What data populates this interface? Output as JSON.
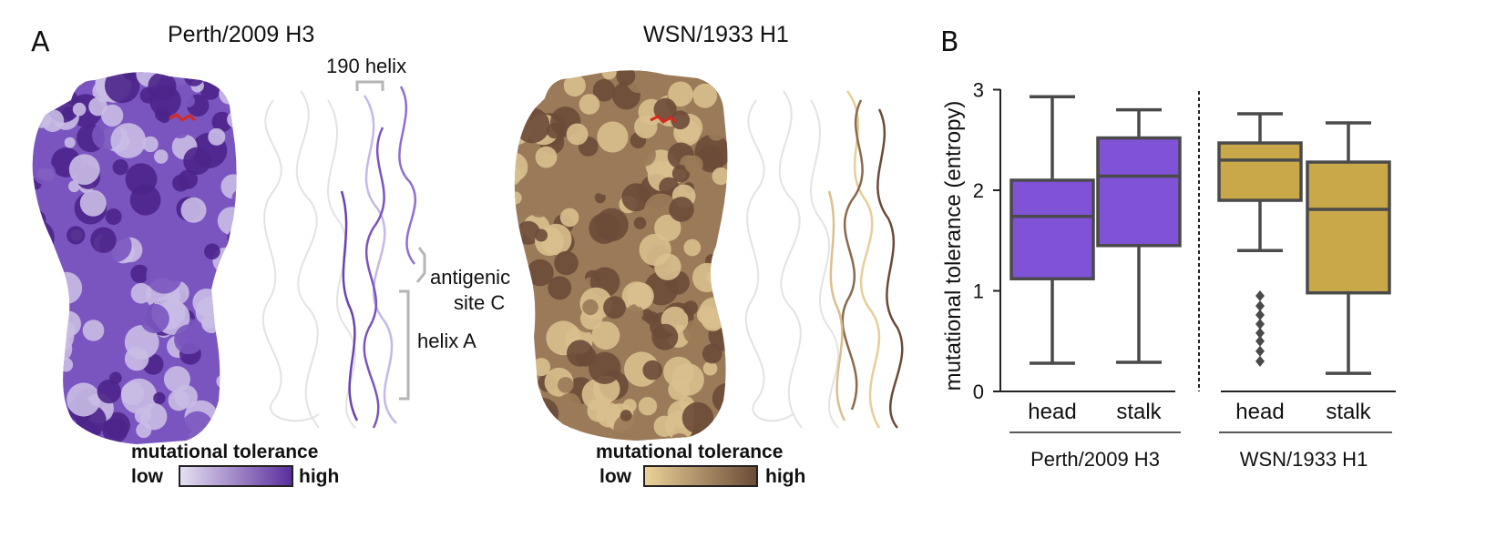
{
  "panel_a": {
    "label": "A",
    "structures": [
      {
        "title": "Perth/2009 H3",
        "annotations": [
          "190 helix",
          "antigenic",
          "site C",
          "helix A"
        ],
        "legend": {
          "title": "mutational tolerance",
          "low": "low",
          "high": "high",
          "low_color": "#e6e1f2",
          "high_color": "#5a2d9c"
        },
        "colors": {
          "dark": "#4b2389",
          "mid": "#7a55bf",
          "light": "#c9bde6"
        }
      },
      {
        "title": "WSN/1933 H1",
        "legend": {
          "title": "mutational tolerance",
          "low": "low",
          "high": "high",
          "low_color": "#ecd39a",
          "high_color": "#6b4a35"
        },
        "colors": {
          "dark": "#6b4b38",
          "mid": "#9a7a58",
          "light": "#d9c08e"
        }
      }
    ]
  },
  "panel_b": {
    "label": "B",
    "chart_data": {
      "type": "box",
      "ylabel": "mutational tolerance (entropy)",
      "ylim": [
        0,
        3.15
      ],
      "yticks": [
        0,
        1,
        2,
        3
      ],
      "groups": [
        {
          "name": "Perth/2009 H3",
          "color": "#7f52d6",
          "boxes": [
            {
              "category": "head",
              "min": 0.28,
              "q1": 1.12,
              "median": 1.74,
              "q3": 2.1,
              "max": 2.93,
              "outliers": []
            },
            {
              "category": "stalk",
              "min": 0.29,
              "q1": 1.45,
              "median": 2.14,
              "q3": 2.52,
              "max": 2.8,
              "outliers": []
            }
          ]
        },
        {
          "name": "WSN/1933 H1",
          "color": "#c9a84a",
          "boxes": [
            {
              "category": "head",
              "min": 1.4,
              "q1": 1.9,
              "median": 2.3,
              "q3": 2.47,
              "max": 2.76,
              "outliers": [
                0.3,
                0.4,
                0.5,
                0.58,
                0.67,
                0.76,
                0.85,
                0.95
              ]
            },
            {
              "category": "stalk",
              "min": 0.18,
              "q1": 0.98,
              "median": 1.81,
              "q3": 2.28,
              "max": 2.67,
              "outliers": []
            }
          ]
        }
      ]
    }
  }
}
